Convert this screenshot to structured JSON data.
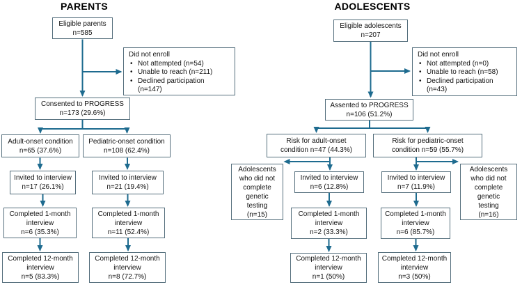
{
  "figure": {
    "background": "#ffffff",
    "arrow_color": "#1e6b8f",
    "box_border_color": "#546e7c",
    "text_color": "#111111"
  },
  "parents": {
    "title": "PARENTS",
    "eligible": "Eligible parents\nn=585",
    "did_not_enroll": {
      "header": "Did not enroll",
      "items": [
        "Not attempted (n=54)",
        "Unable to reach (n=211)",
        "Declined participation (n=147)"
      ]
    },
    "consented": "Consented to PROGRESS\nn=173 (29.6%)",
    "adult_onset": "Adult-onset condition\nn=65 (37.6%)",
    "pediatric_onset": "Pediatric-onset condition\nn=108 (62.4%)",
    "adult_invited": "Invited to interview\nn=17 (26.1%)",
    "pediatric_invited": "Invited to interview\nn=21 (19.4%)",
    "adult_month1": "Completed 1-month\ninterview\nn=6 (35.3%)",
    "pediatric_month1": "Completed 1-month\ninterview\nn=11 (52.4%)",
    "adult_month12": "Completed 12-month\ninterview\nn=5 (83.3%)",
    "pediatric_month12": "Completed 12-month\ninterview\nn=8 (72.7%)"
  },
  "adolescents": {
    "title": "ADOLESCENTS",
    "eligible": "Eligible adolescents\nn=207",
    "did_not_enroll": {
      "header": "Did not enroll",
      "items": [
        "Not attempted (n=0)",
        "Unable to reach (n=58)",
        "Declined participation (n=43)"
      ]
    },
    "assented": "Assented to PROGRESS\nn=106 (51.2%)",
    "risk_adult": "Risk for adult-onset\ncondition n=47 (44.3%)",
    "risk_pediatric": "Risk for pediatric-onset\ncondition n=59 (55.7%)",
    "no_testing_adult": "Adolescents\nwho did not\ncomplete\ngenetic\ntesting\n(n=15)",
    "no_testing_pediatric": "Adolescents\nwho did not\ncomplete\ngenetic\ntesting\n(n=16)",
    "adult_invited": "Invited to interview\nn=6 (12.8%)",
    "pediatric_invited": "Invited to interview\nn=7 (11.9%)",
    "adult_month1": "Completed 1-month\ninterview\nn=2 (33.3%)",
    "pediatric_month1": "Completed 1-month\ninterview\nn=6 (85.7%)",
    "adult_month12": "Completed 12-month\ninterview\nn=1 (50%)",
    "pediatric_month12": "Completed 12-month\ninterview\nn=3 (50%)"
  }
}
